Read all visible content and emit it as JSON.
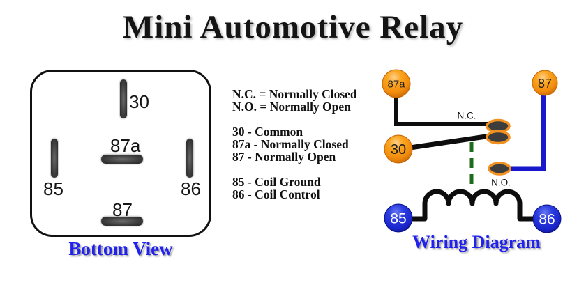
{
  "title": "Mini Automotive Relay",
  "bottom_view": {
    "caption": "Bottom View",
    "pins": {
      "p30": "30",
      "p87a": "87a",
      "p87": "87",
      "p85": "85",
      "p86": "86"
    }
  },
  "legend": {
    "abbr": [
      "N.C. = Normally Closed",
      "N.O. = Normally Open"
    ],
    "switch_pins": [
      "30 - Common",
      "87a - Normally Closed",
      "87 - Normally Open"
    ],
    "coil_pins": [
      "85 - Coil Ground",
      "86 - Coil Control"
    ]
  },
  "wiring": {
    "caption": "Wiring Diagram",
    "nodes": {
      "n87a": "87a",
      "n87": "87",
      "n30": "30",
      "n85": "85",
      "n86": "86"
    },
    "contact_labels": {
      "nc": "N.C.",
      "no": "N.O."
    }
  },
  "colors": {
    "caption_blue": "#2222ee",
    "title_black": "#141414",
    "wire_black": "#0d0d0d",
    "wire_blue": "#1717cb",
    "dash_green": "#1d6b1d",
    "node_orange": "#f79613",
    "node_blue": "#2233dd",
    "contact_ring_orange": "#f29120",
    "contact_fill": "#3d3d3d"
  }
}
